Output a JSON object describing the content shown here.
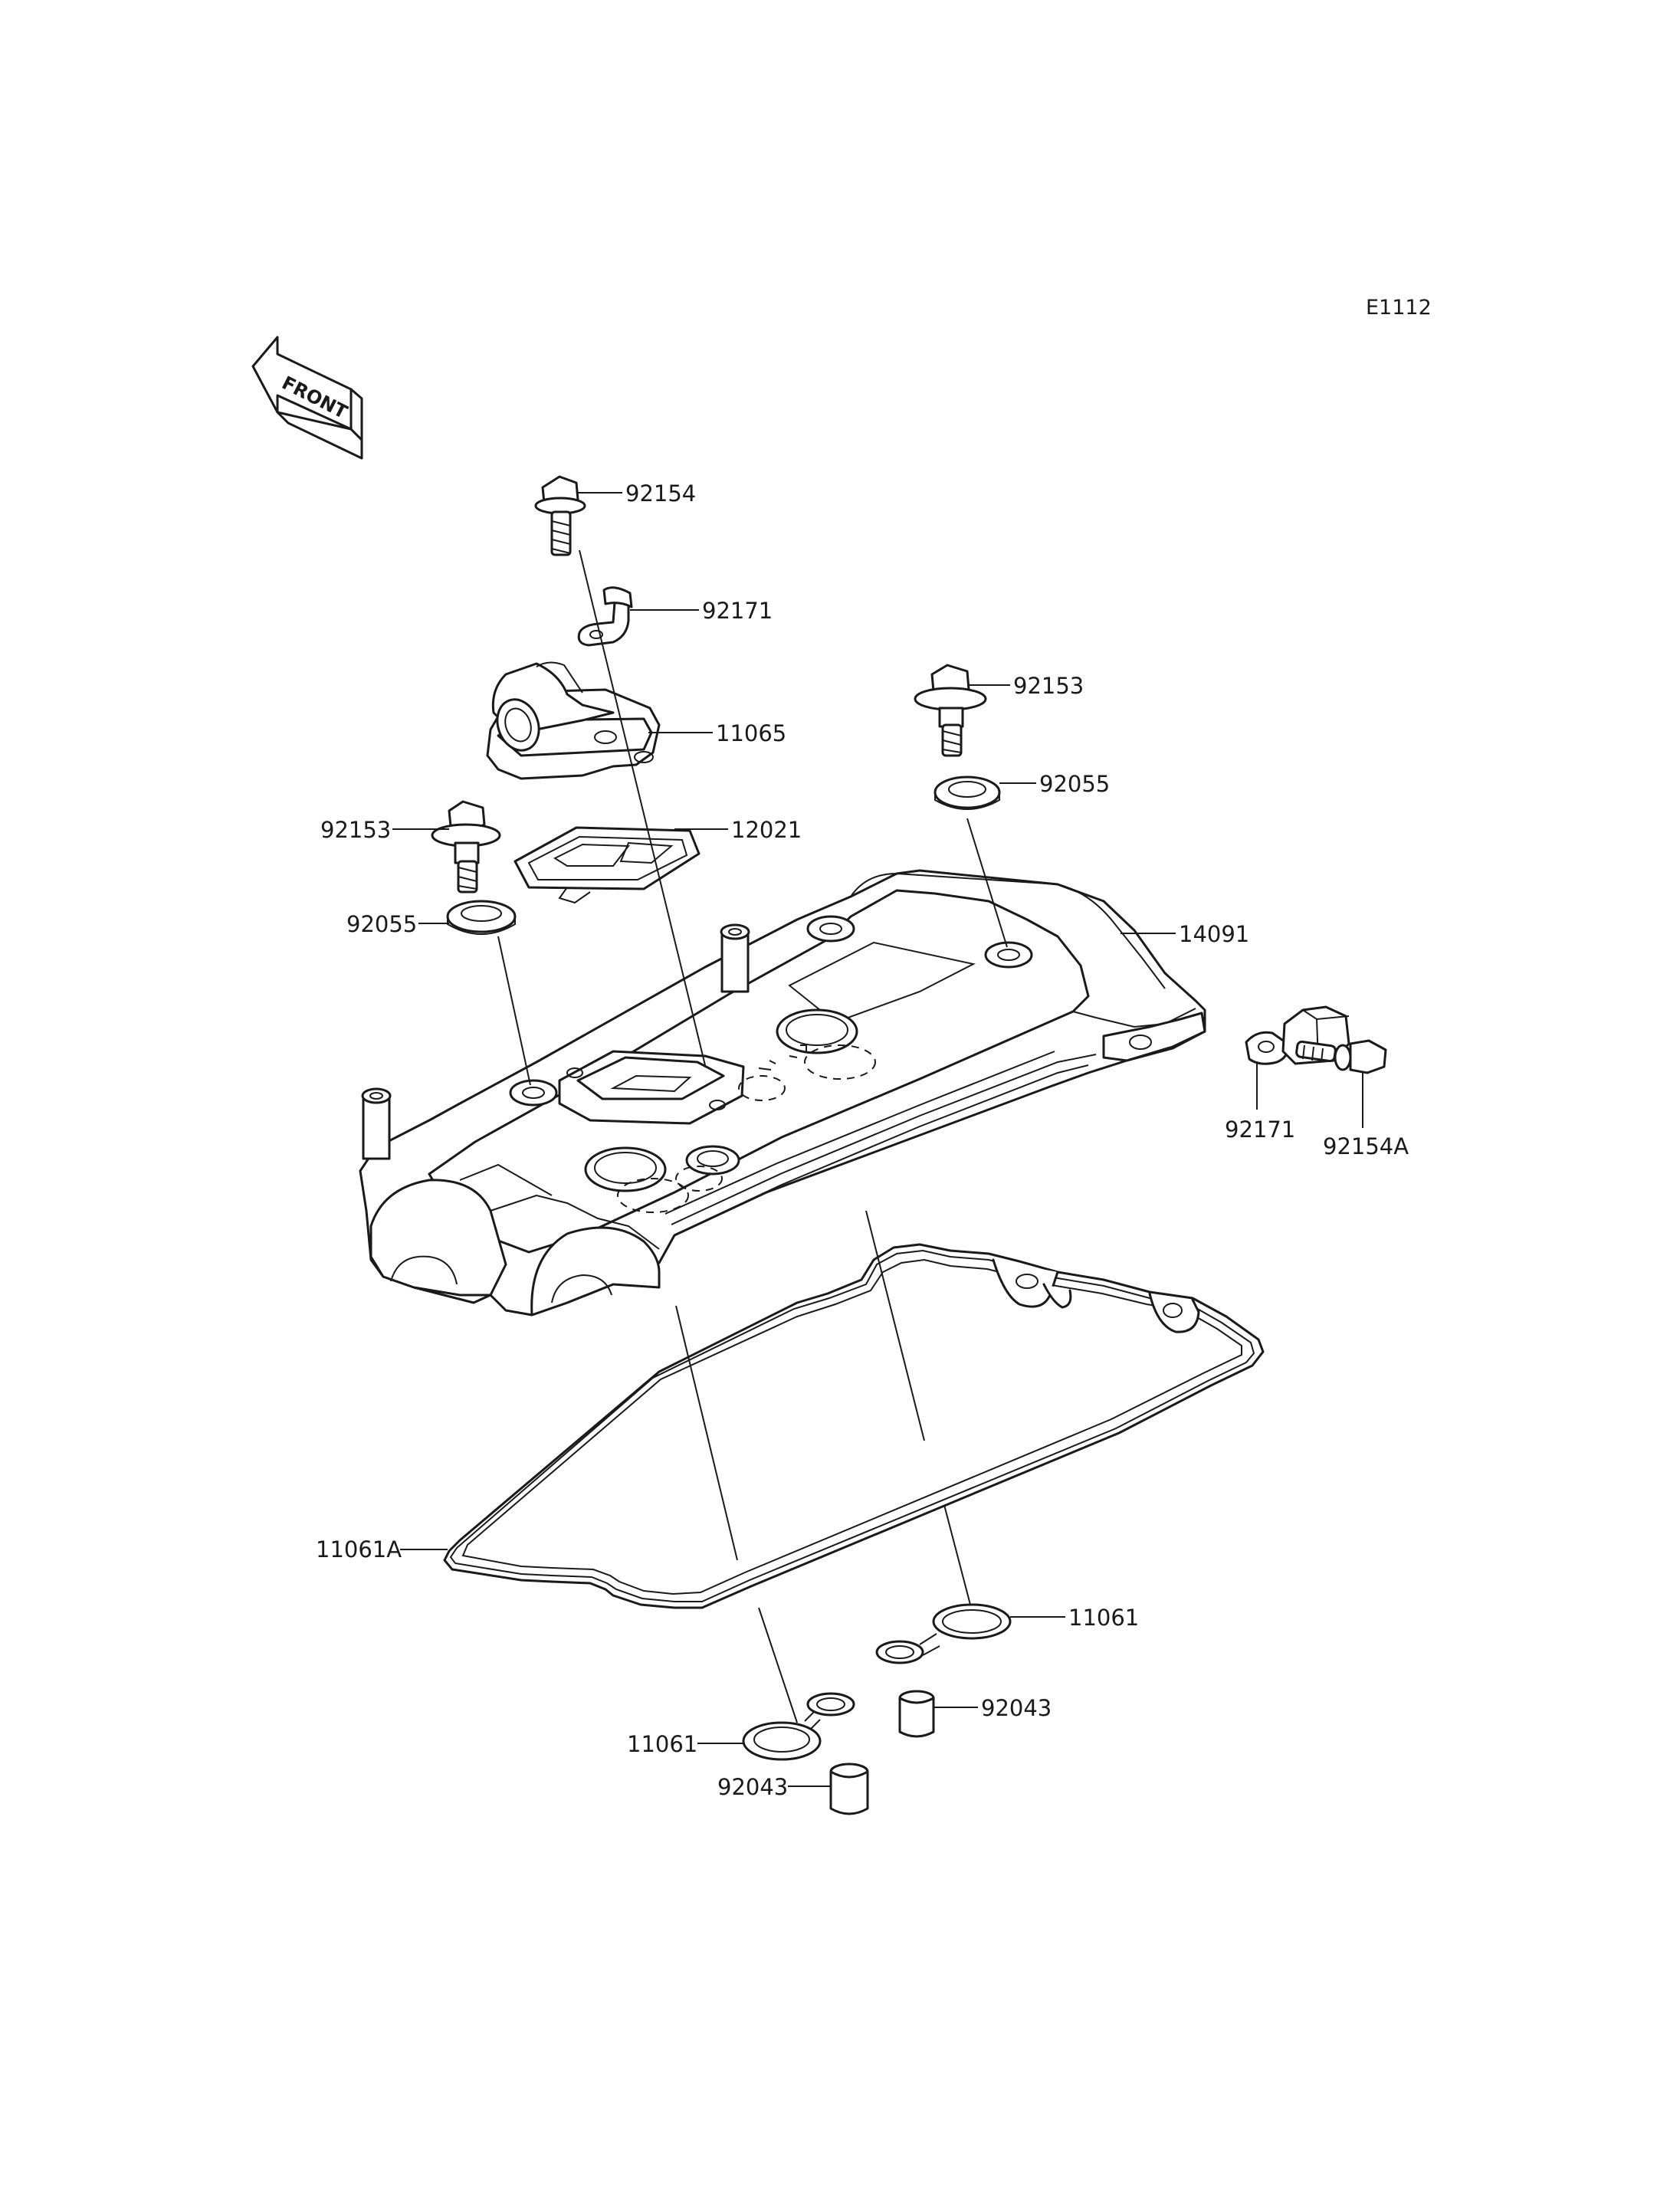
{
  "diagram_code": "E1112",
  "front_arrow": {
    "label": "FRONT",
    "icon": "front-direction-arrow-icon"
  },
  "parts": [
    {
      "id": "92154",
      "label": "92154"
    },
    {
      "id": "92171-top",
      "label": "92171"
    },
    {
      "id": "11065",
      "label": "11065"
    },
    {
      "id": "92153-right",
      "label": "92153"
    },
    {
      "id": "92055-right",
      "label": "92055"
    },
    {
      "id": "92153-left",
      "label": "92153"
    },
    {
      "id": "12021",
      "label": "12021"
    },
    {
      "id": "92055-left",
      "label": "92055"
    },
    {
      "id": "14091",
      "label": "14091"
    },
    {
      "id": "92171-right",
      "label": "92171"
    },
    {
      "id": "92154A",
      "label": "92154A"
    },
    {
      "id": "11061A",
      "label": "11061A"
    },
    {
      "id": "11061-right",
      "label": "11061"
    },
    {
      "id": "92043-right",
      "label": "92043"
    },
    {
      "id": "11061-left",
      "label": "11061"
    },
    {
      "id": "92043-left",
      "label": "92043"
    }
  ]
}
